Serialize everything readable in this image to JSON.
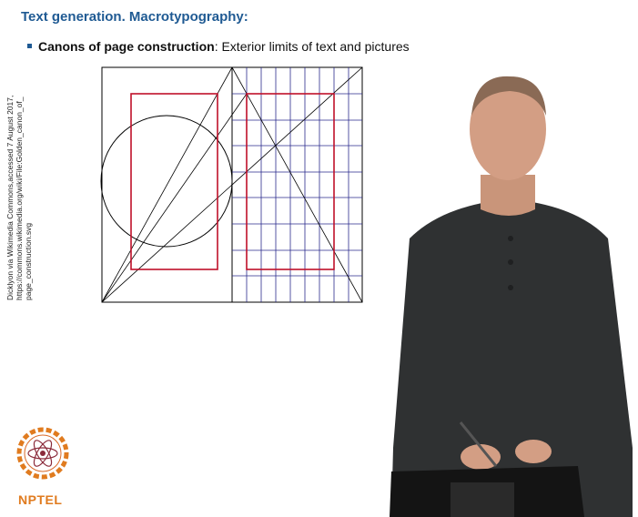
{
  "slide": {
    "title": "Text generation. Macrotypography:",
    "bullet_bold": "Canons of page construction",
    "bullet_rest": ": Exterior limits of text and pictures"
  },
  "credit": {
    "line1": "Dicklyon via Wikimedia Commons,accessed 7 August 2017,",
    "line2": "https://commons.wikimedia.org/wiki/File:Golden_canon_of_",
    "line3": "page_construction.svg"
  },
  "logo": {
    "text": "NPTEL"
  },
  "colors": {
    "title": "#1f5a93",
    "construction_lines": "#000000",
    "text_block": "#c0102a",
    "grid": "#2a2a8c",
    "logo": "#e07b1f"
  }
}
